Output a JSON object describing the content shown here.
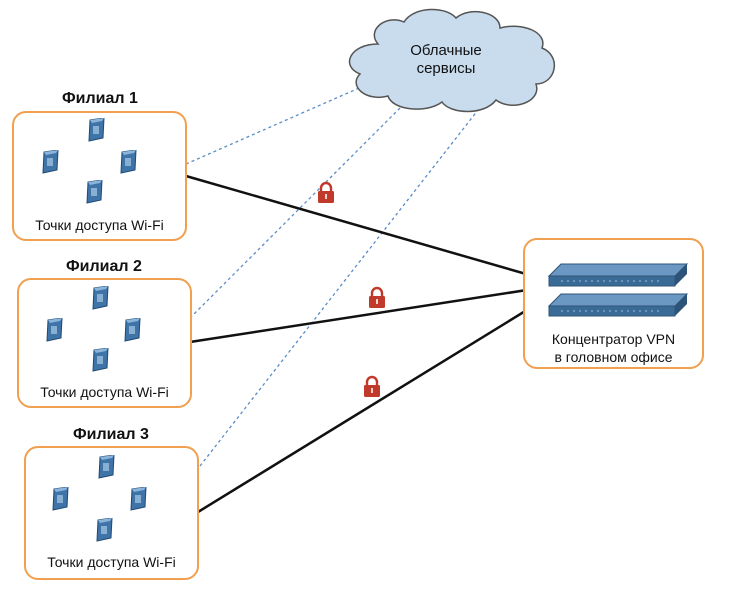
{
  "cloud": {
    "label_line1": "Облачные",
    "label_line2": "сервисы",
    "fill": "#c9dcee",
    "stroke": "#555555"
  },
  "branches": [
    {
      "title": "Филиал 1",
      "caption": "Точки доступа Wi-Fi"
    },
    {
      "title": "Филиал 2",
      "caption": "Точки доступа Wi-Fi"
    },
    {
      "title": "Филиал 3",
      "caption": "Точки доступа Wi-Fi"
    }
  ],
  "vpn": {
    "label_line1": "Концентратор VPN",
    "label_line2": "в головном офисе"
  },
  "colors": {
    "box_border": "#f0a050",
    "vpn_link": "#111111",
    "cloud_link": "#5a8cc8",
    "lock": "#c0392b",
    "ap_icon": "#4a7fb5",
    "router_top": "#4f7ea8",
    "router_face": "#3a6a96"
  }
}
